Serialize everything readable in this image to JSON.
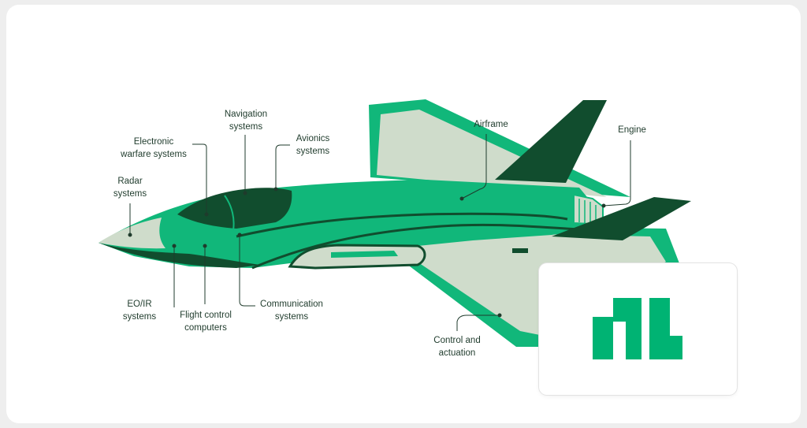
{
  "labels": {
    "navigation": "Navigation\nsystems",
    "electronic_warfare": "Electronic\nwarfare systems",
    "avionics": "Avionics\nsystems",
    "radar": "Radar\nsystems",
    "airframe": "Airframe",
    "engine": "Engine",
    "eo_ir": "EO/IR\nsystems",
    "flight_control": "Flight control\ncomputers",
    "communication": "Communication\nsystems",
    "control_actuation": "Control and\nactuation"
  },
  "logo": {
    "name": "ni-logo",
    "color": "#00b373"
  },
  "colors": {
    "body_green": "#11b77a",
    "dark_green": "#114d2e",
    "light_sage": "#cfdccb",
    "callout_line": "#1f3b2c"
  }
}
